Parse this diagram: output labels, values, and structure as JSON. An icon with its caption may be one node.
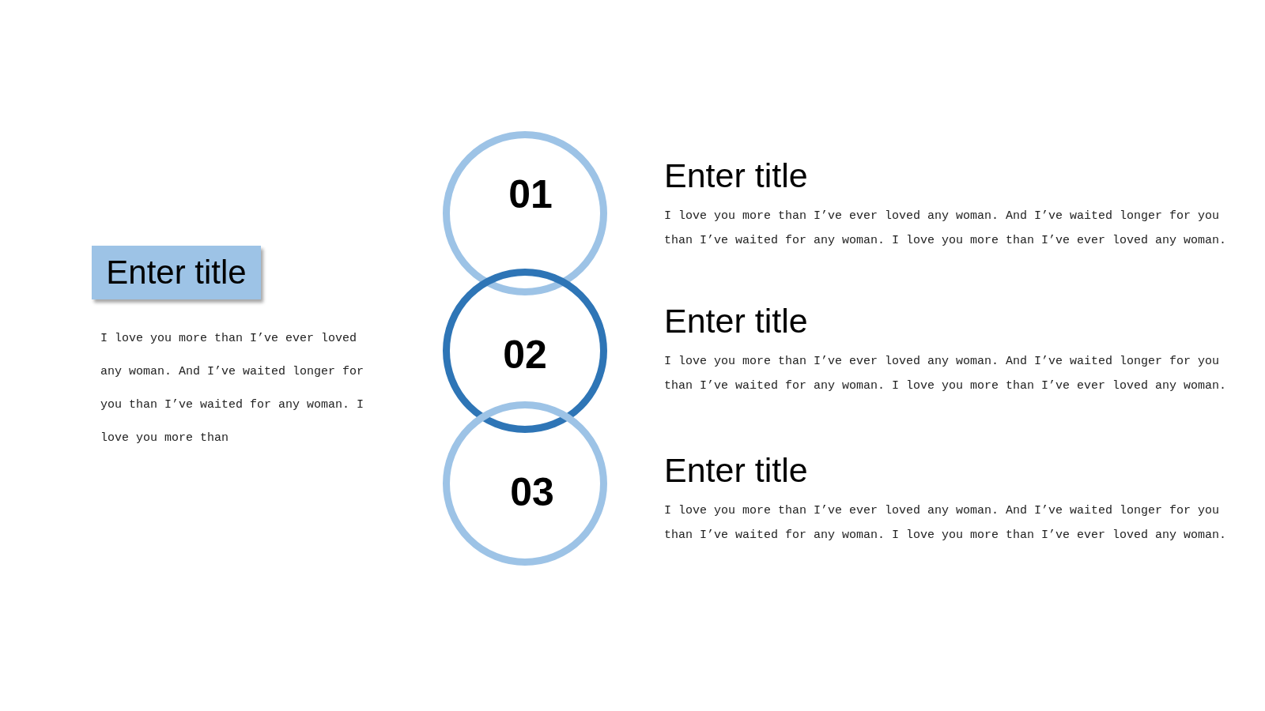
{
  "diagram": {
    "nodes": [
      {
        "text": [
          "Enter title"
        ],
        "beside": [
          "I love you more than I’ve ever loved any woman. And I’ve waited longer for you than I’ve waited for any woman. I love you more than"
        ]
      },
      {
        "text": [
          "01"
        ],
        "beside": [
          "Enter title",
          "I love you more than I’ve ever loved any woman. And I’ve waited longer for you than I’ve waited for any woman. I love you more than I’ve ever loved any woman."
        ]
      },
      {
        "text": [
          "02"
        ],
        "beside": [
          "Enter title",
          "I love you more than I’ve ever loved any woman. And I’ve waited longer for you than I’ve waited for any woman. I love you more than I’ve ever loved any woman."
        ]
      },
      {
        "text": [
          "03"
        ],
        "beside": [
          "Enter title",
          "I love you more than I’ve ever loved any woman. And I’ve waited longer for you than I’ve waited for any woman. I love you more than I’ve ever loved any woman."
        ]
      }
    ]
  }
}
